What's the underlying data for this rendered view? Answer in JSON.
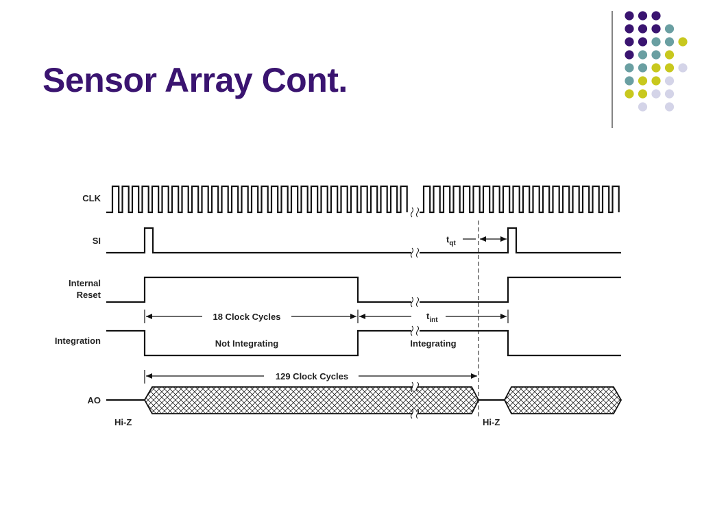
{
  "slide": {
    "title": "Sensor Array Cont."
  },
  "colors": {
    "title": "#3a1470",
    "dot_purple": "#3a1470",
    "dot_teal": "#6a9fa2",
    "dot_yellow": "#c8c81e",
    "dot_lavender": "#d4d4e8",
    "divider": "#333333"
  },
  "diagram": {
    "signals": {
      "clk": "CLK",
      "si": "SI",
      "reset_line1": "Internal",
      "reset_line2": "Reset",
      "integration": "Integration",
      "ao": "AO"
    },
    "annotations": {
      "cycles_18": "18 Clock Cycles",
      "not_integrating": "Not Integrating",
      "integrating": "Integrating",
      "cycles_129": "129 Clock Cycles",
      "t_int_base": "t",
      "t_int_sub": "int",
      "t_qt_base": "t",
      "t_qt_sub": "qt",
      "hiz_left": "Hi-Z",
      "hiz_right": "Hi-Z"
    }
  }
}
